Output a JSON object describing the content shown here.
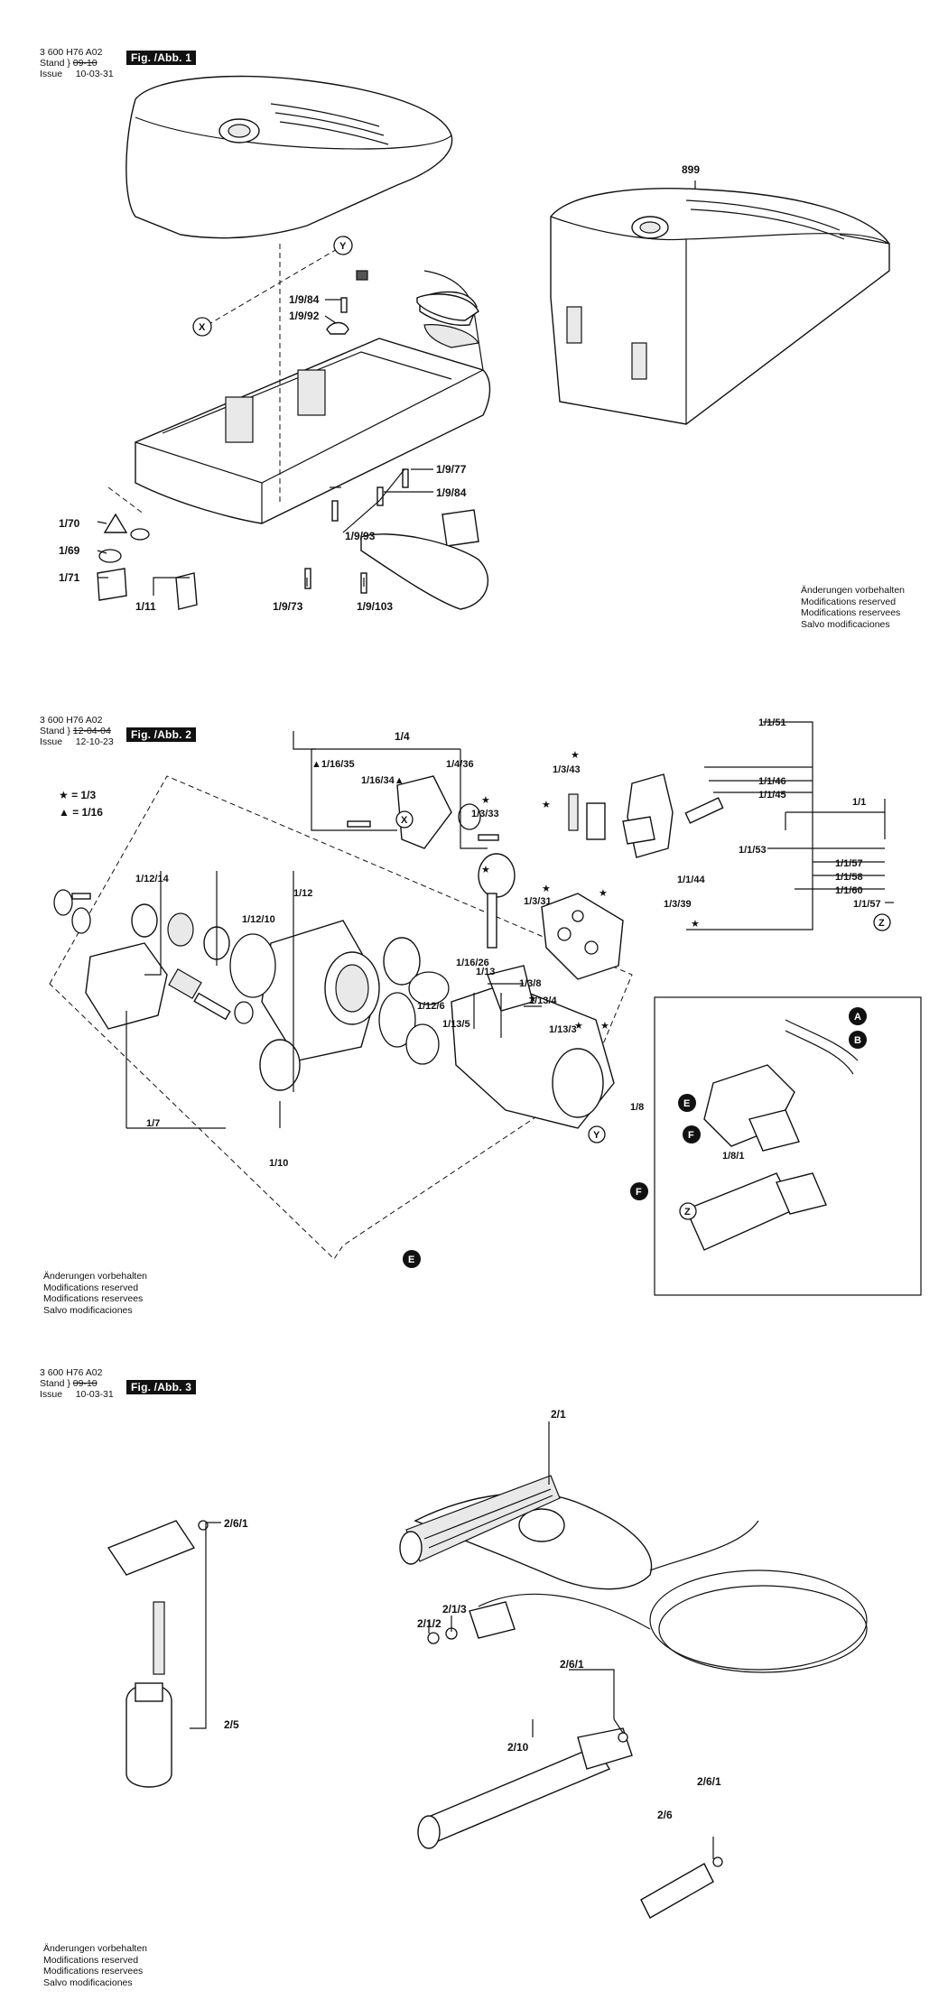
{
  "figures": [
    {
      "id": "fig1",
      "doc_number": "3 600 H76 A02",
      "stand_label": "Stand",
      "issue_label": "Issue",
      "stand_old": "09-10",
      "stand_date": "10-03-31",
      "badge": "Fig. /Abb. 1",
      "labels": [
        "899",
        "1/9/84",
        "1/9/92",
        "1/70",
        "1/69",
        "1/71",
        "1/11",
        "1/9/93",
        "1/9/73",
        "1/9/103",
        "1/9/77",
        "1/9/84"
      ],
      "callouts": [
        "Y",
        "X"
      ]
    },
    {
      "id": "fig2",
      "doc_number": "3 600 H76 A02",
      "stand_label": "Stand",
      "issue_label": "Issue",
      "stand_old": "12-04-04",
      "stand_date": "12-10-23",
      "badge": "Fig. /Abb. 2",
      "legend": [
        "★ = 1/3",
        "▲ = 1/16"
      ],
      "labels": [
        "1/4",
        "▲1/16/35",
        "1/16/34▲",
        "1/4/36",
        "1/3/43",
        "1/3/33",
        "1/12/14",
        "1/12",
        "1/12/10",
        "1/3/31",
        "1/16/26",
        "1/3/8",
        "1/1/51",
        "1/1/46",
        "1/1/45",
        "1/1",
        "1/1/53",
        "1/1/57",
        "1/1/58",
        "1/1/60",
        "1/1/57",
        "1/1/44",
        "1/3/39",
        "1/13",
        "1/13/4",
        "1/13/3",
        "1/12/6",
        "1/13/5",
        "1/7",
        "1/10",
        "1/8",
        "1/8/1"
      ],
      "callouts": [
        "X",
        "Y",
        "Z",
        "Z",
        "A",
        "B",
        "E",
        "F",
        "E",
        "F"
      ]
    },
    {
      "id": "fig3",
      "doc_number": "3 600 H76 A02",
      "stand_label": "Stand",
      "issue_label": "Issue",
      "stand_old": "09-10",
      "stand_date": "10-03-31",
      "badge": "Fig. /Abb. 3",
      "labels": [
        "2/1",
        "2/6/1",
        "2/5",
        "2/1/3",
        "2/1/2",
        "2/6/1",
        "2/10",
        "2/6/1",
        "2/6"
      ]
    }
  ],
  "notice": [
    "Änderungen vorbehalten",
    "Modifications reserved",
    "Modifications reservees",
    "Salvo modificaciones"
  ]
}
